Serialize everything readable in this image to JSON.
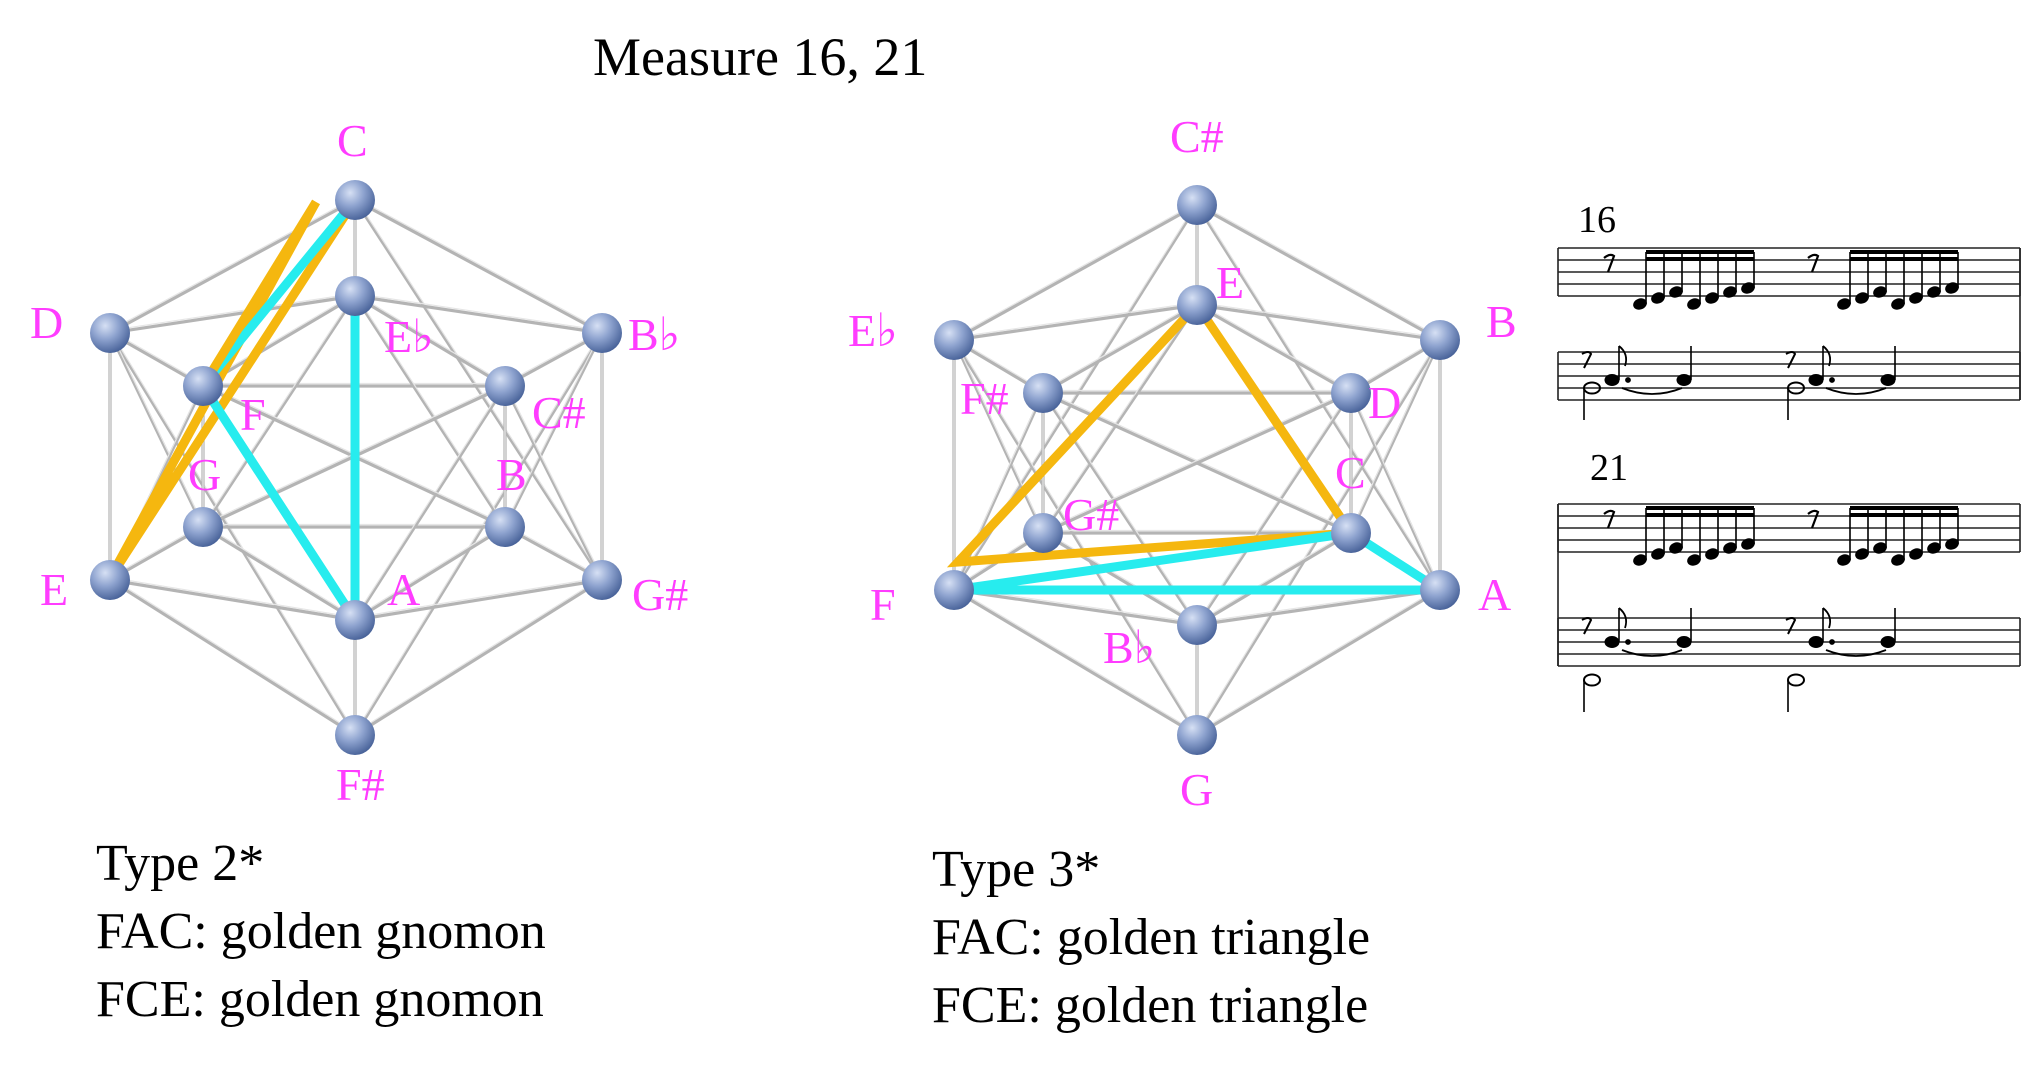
{
  "title": "Measure 16, 21",
  "colors": {
    "label": "#ff3cff",
    "edge": "#b4b4b4",
    "highlight_fac": "#27ecee",
    "highlight_fce": "#f5b70f",
    "vertex_light": "#c7d4ee",
    "vertex_dark": "#5670a6"
  },
  "left_diagram": {
    "vertices": {
      "C": "C",
      "Eb": "E♭",
      "D": "D",
      "Bb": "B♭",
      "F": "F",
      "Cs": "C#",
      "G": "G",
      "B": "B",
      "E": "E",
      "Gs": "G#",
      "A": "A",
      "Fs": "F#"
    },
    "caption": {
      "type": "Type 2*",
      "fac": "FAC: golden gnomon",
      "fce": "FCE: golden gnomon"
    }
  },
  "right_diagram": {
    "vertices": {
      "Cs": "C#",
      "E": "E",
      "Eb": "E♭",
      "B": "B",
      "Fs": "F#",
      "D": "D",
      "C": "C",
      "Gs": "G#",
      "F": "F",
      "A": "A",
      "Bb": "B♭",
      "G": "G"
    },
    "caption": {
      "type": "Type 3*",
      "fac": "FAC: golden triangle",
      "fce": "FCE: golden triangle"
    }
  },
  "score": {
    "measure_a": "16",
    "measure_b": "21"
  }
}
